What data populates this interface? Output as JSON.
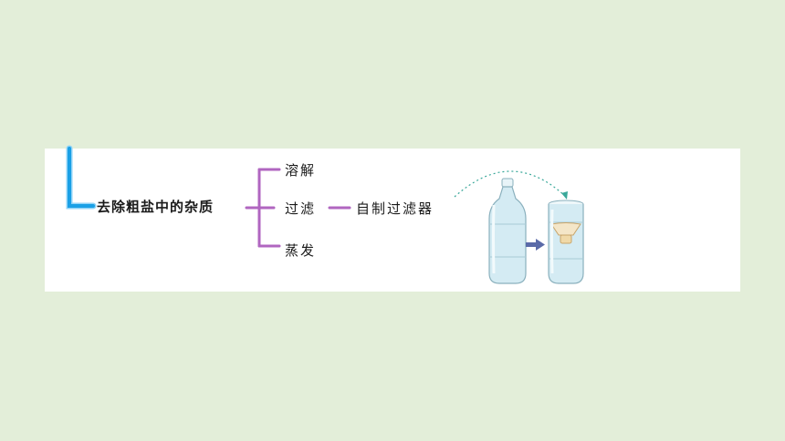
{
  "mindmap": {
    "root": "去除粗盐中的杂质",
    "branches": [
      {
        "label": "溶解"
      },
      {
        "label": "过滤",
        "child": "自制过滤器"
      },
      {
        "label": "蒸发"
      }
    ]
  },
  "colors": {
    "background": "#e3eed9",
    "panel": "#ffffff",
    "blue_bracket": "#1aa0e6",
    "purple_bracket": "#b066c0",
    "bottle": "#cfe8f2",
    "arrow": "#5a6aa8",
    "dotted_arrow": "#3aa89a"
  },
  "icons": {
    "bottle": "plastic-bottle-icon",
    "filter": "homemade-filter-icon",
    "arrow": "right-arrow-icon"
  }
}
